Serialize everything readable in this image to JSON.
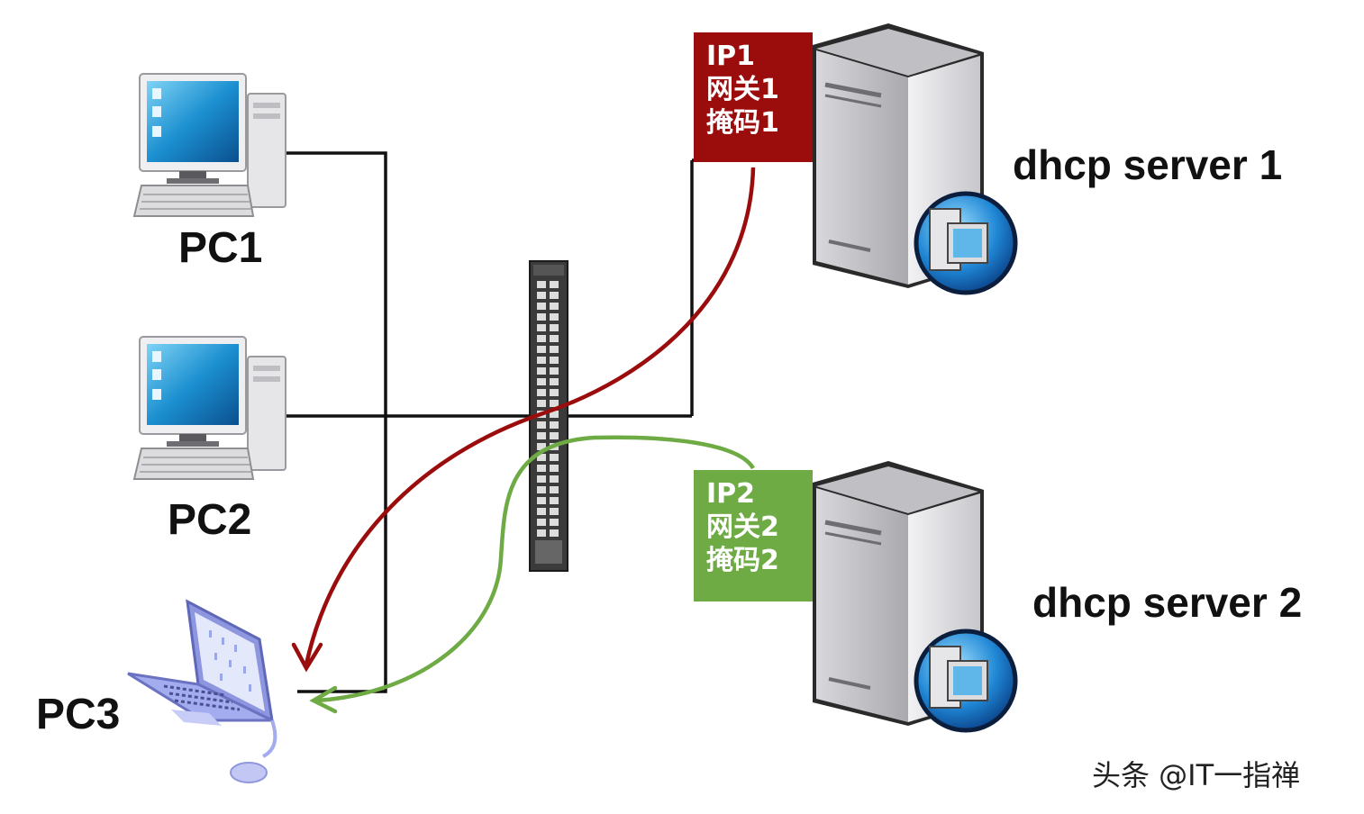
{
  "nodes": {
    "pc1": "PC1",
    "pc2": "PC2",
    "pc3": "PC3",
    "server1": "dhcp server 1",
    "server2": "dhcp server 2"
  },
  "offer1": {
    "ip": "IP1",
    "gateway": "网关1",
    "mask": "掩码1",
    "color": "#9b0d0d"
  },
  "offer2": {
    "ip": "IP2",
    "gateway": "网关2",
    "mask": "掩码2",
    "color": "#6fab45"
  },
  "watermark": "头条 @IT一指禅",
  "icons": {
    "desktop": "desktop-computer-icon",
    "laptop": "laptop-icon",
    "switch": "network-switch-icon",
    "server": "server-icon"
  }
}
